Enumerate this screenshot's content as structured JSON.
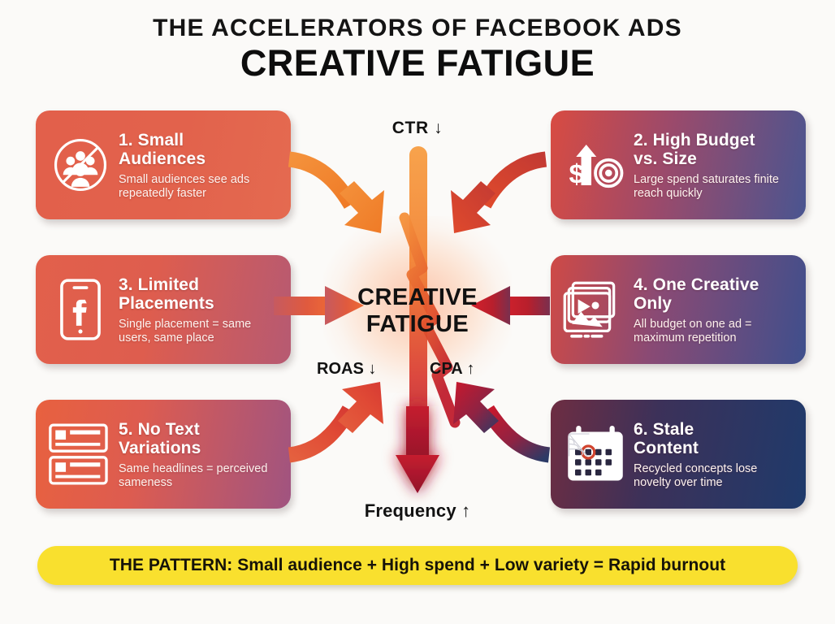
{
  "header": {
    "eyebrow": "THE ACCELERATORS OF FACEBOOK ADS",
    "title": "CREATIVE FATIGUE"
  },
  "center": {
    "title_line1": "CREATIVE",
    "title_line2": "FATIGUE",
    "metric_top": "CTR ↓",
    "metric_left": "ROAS ↓",
    "metric_right": "CPA ↑",
    "metric_bottom": "Frequency ↑"
  },
  "cards": [
    {
      "number": "1.",
      "title": "1. Small\nAudiences",
      "title_line1": "1. Small",
      "title_line2": "Audiences",
      "description": "Small audiences see ads repeatedly faster",
      "icon": "no-audience-icon",
      "side": "left",
      "gradient_from": "#e2604b",
      "gradient_to": "#e46a50"
    },
    {
      "number": "2.",
      "title_line1": "2. High Budget",
      "title_line2": "vs. Size",
      "description": "Large spend saturates finite reach quickly",
      "icon": "dollar-arrow-target-icon",
      "side": "right",
      "gradient_from": "#d84b42",
      "gradient_to": "#4a5590"
    },
    {
      "number": "3.",
      "title_line1": "3. Limited",
      "title_line2": "Placements",
      "description": "Single placement = same users, same place",
      "icon": "phone-facebook-icon",
      "side": "left",
      "gradient_from": "#e2604b",
      "gradient_to": "#b65a72"
    },
    {
      "number": "4.",
      "title_line1": "4. One Creative",
      "title_line2": "Only",
      "description": "All budget on one ad = maximum repetition",
      "icon": "media-stack-play-icon",
      "side": "right",
      "gradient_from": "#cf4a46",
      "gradient_to": "#3f4f8c"
    },
    {
      "number": "5.",
      "title_line1": "5. No Text",
      "title_line2": "Variations",
      "description": "Same headlines = perceived sameness",
      "icon": "text-blocks-icon",
      "side": "left",
      "gradient_from": "#e8613f",
      "gradient_to": "#a05480"
    },
    {
      "number": "6.",
      "title_line1": "6. Stale",
      "title_line2": "Content",
      "description": "Recycled concepts lose novelty over time",
      "icon": "calendar-cobweb-icon",
      "side": "right",
      "gradient_from": "#6e2d42",
      "gradient_to": "#1f3a6b"
    }
  ],
  "banner": {
    "text": "THE PATTERN: Small audience + High spend + Low variety = Rapid burnout",
    "background": "#f9e02e"
  },
  "theme": {
    "background": "#fbfaf8",
    "accent_orange": "#f07f2c",
    "accent_red": "#d1262f",
    "accent_crimson": "#b5152e",
    "navy": "#1f3a6b"
  }
}
